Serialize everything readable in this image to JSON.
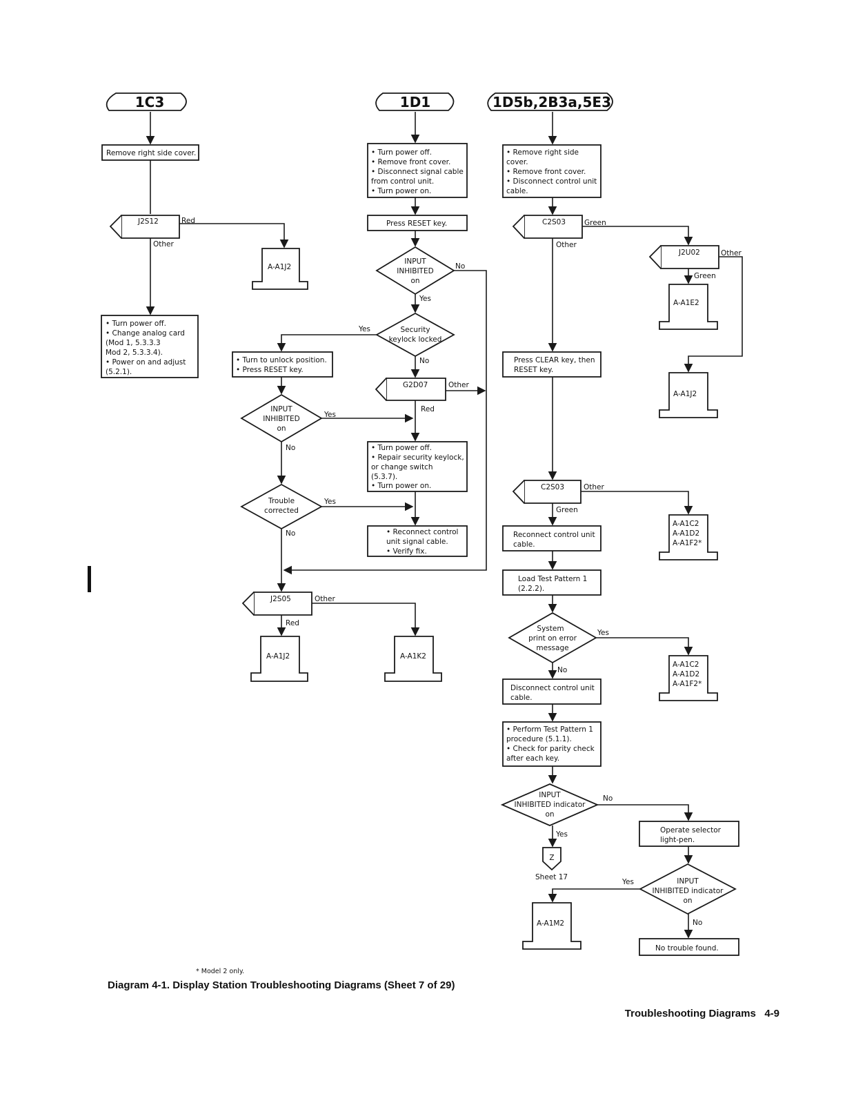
{
  "start_nodes": [
    "1C3",
    "1D1",
    "1D5b,2B3a,5E3"
  ],
  "col1": {
    "remove_cover": "Remove right side cover.",
    "j2s12": "J2S12",
    "red": "Red",
    "other": "Other",
    "a_a1j2": "A-A1J2",
    "steps": [
      "• Turn power off.",
      "• Change analog card",
      "  (Mod 1, 5.3.3.3",
      "  Mod 2, 5.3.3.4).",
      "• Power on and adjust",
      "  (5.2.1)."
    ]
  },
  "col2": {
    "steps1": [
      "• Turn power off.",
      "• Remove front cover.",
      "• Disconnect signal cable",
      "  from control unit.",
      "• Turn power on."
    ],
    "press_reset": "Press RESET key.",
    "input_inhibited": [
      "INPUT",
      "INHIBITED",
      "on"
    ],
    "no": "No",
    "yes": "Yes",
    "security": [
      "Security",
      "keylock locked"
    ],
    "unlock": [
      "• Turn to unlock position.",
      "• Press RESET key."
    ],
    "g2d07": "G2D07",
    "other": "Other",
    "red": "Red",
    "input_inhibited2": [
      "INPUT",
      "INHIBITED",
      "on"
    ],
    "repair": [
      "• Turn power off.",
      "• Repair security keylock,",
      "  or change switch",
      "  (5.3.7).",
      "• Turn power on."
    ],
    "trouble": [
      "Trouble",
      "corrected"
    ],
    "reconnect": [
      "• Reconnect control",
      "  unit signal cable.",
      "• Verify fix."
    ],
    "j2s05": "J2S05",
    "a_a1j2": "A-A1J2",
    "a_a1k2": "A-A1K2"
  },
  "col3": {
    "steps1": [
      "• Remove right side",
      "  cover.",
      "• Remove front cover.",
      "• Disconnect control unit",
      "  cable."
    ],
    "c2s03": "C2S03",
    "green": "Green",
    "other": "Other",
    "j2u02": "J2U02",
    "a_a1e2": "A-A1E2",
    "a_a1j2": "A-A1J2",
    "press_clear": [
      "Press CLEAR key, then",
      "RESET key."
    ],
    "a_codes": [
      "A-A1C2",
      "A-A1D2",
      "A-A1F2*"
    ],
    "reconnect": [
      "Reconnect control unit",
      "cable."
    ],
    "load_test": [
      "Load Test Pattern 1",
      "(2.2.2)."
    ],
    "system_print": [
      "System",
      "print on error",
      "message"
    ],
    "yes": "Yes",
    "no": "No",
    "disconnect": [
      "Disconnect control unit",
      "cable."
    ],
    "perform": [
      "• Perform Test Pattern 1",
      "  procedure (5.1.1).",
      "• Check for parity check",
      "  after each key."
    ],
    "input_ind": [
      "INPUT",
      "INHIBITED indicator",
      "on"
    ],
    "operate": [
      "Operate selector",
      "light-pen."
    ],
    "z": "Z",
    "sheet17": "Sheet 17",
    "a_a1m2": "A-A1M2",
    "no_trouble": "No trouble found."
  },
  "footnote": "* Model 2 only.",
  "caption": "Diagram 4-1. Display Station Troubleshooting Diagrams (Sheet 7 of 29)",
  "page_footer": "Troubleshooting Diagrams   4-9"
}
